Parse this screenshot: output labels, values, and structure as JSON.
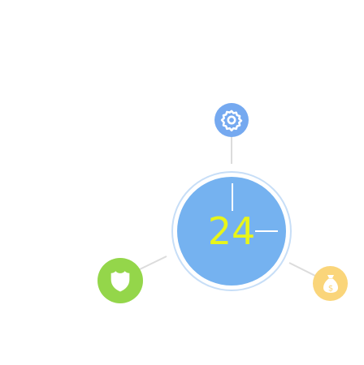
{
  "hub": {
    "value": "24",
    "colors": {
      "face": "#75b2f0",
      "ring": "#c7def7",
      "value": "#e8f51a"
    }
  },
  "nodes": [
    {
      "id": "settings",
      "icon": "gear-icon",
      "color": "#75a9f0"
    },
    {
      "id": "shield",
      "icon": "shield-icon",
      "color": "#94d64a"
    },
    {
      "id": "money",
      "icon": "money-bag-icon",
      "color": "#fad57a"
    }
  ],
  "connector_color": "#dcdcdc"
}
